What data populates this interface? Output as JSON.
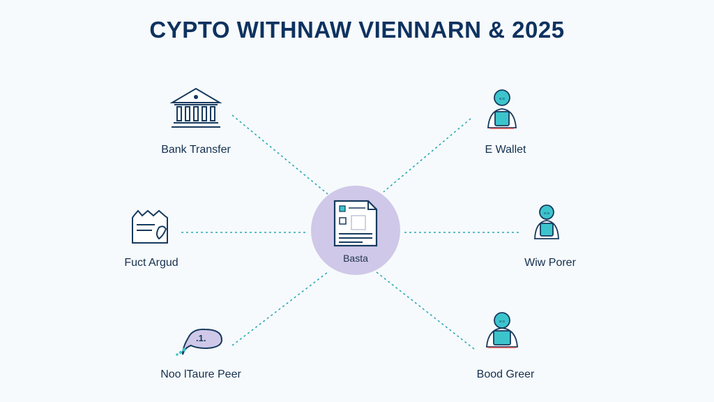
{
  "title": "CYPTO WITHNAW VIENNARN & 2025",
  "center": {
    "label": "Basta",
    "icon": "document-icon",
    "color": "#cfc8e8"
  },
  "nodes": [
    {
      "id": "bank-transfer",
      "label": "Bank Transfer",
      "icon": "bank-icon"
    },
    {
      "id": "e-wallet",
      "label": "E Wallet",
      "icon": "person-icon"
    },
    {
      "id": "fuct-argud",
      "label": "Fuct Argud",
      "icon": "card-icon"
    },
    {
      "id": "wiw-porer",
      "label": "Wiw Porer",
      "icon": "person-icon"
    },
    {
      "id": "noo-taure-peer",
      "label": "Noo lTaure Peer",
      "icon": "speech-bubble-icon",
      "badge": ".1."
    },
    {
      "id": "bood-greer",
      "label": "Bood Greer",
      "icon": "person-icon"
    }
  ],
  "colors": {
    "title": "#0e3260",
    "connector": "#2aa7b5",
    "icon_stroke": "#173a5e",
    "icon_fill_teal": "#3cc4cc",
    "center_circle": "#cfc8e8",
    "background": "#f6fafc"
  }
}
